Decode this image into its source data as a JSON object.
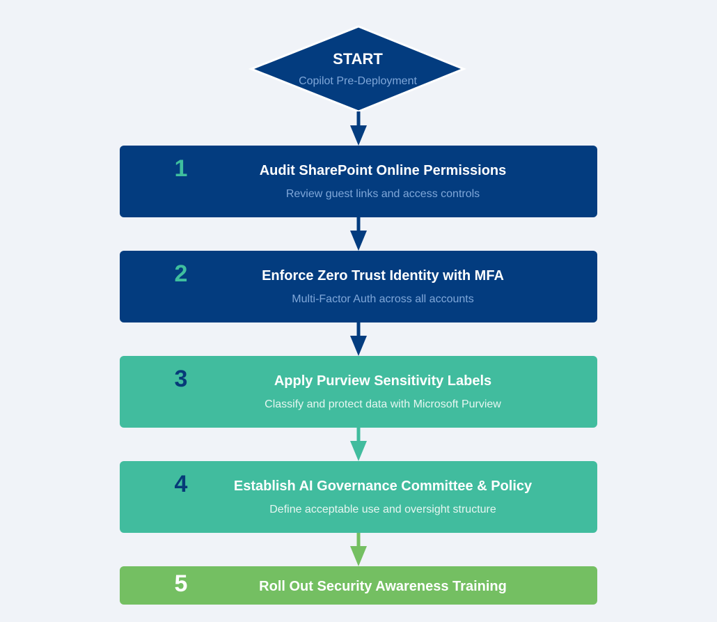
{
  "start": {
    "title": "START",
    "subtitle": "Copilot Pre-Deployment"
  },
  "steps": [
    {
      "number": "1",
      "title": "Audit SharePoint Online Permissions",
      "subtitle": "Review guest links and access controls"
    },
    {
      "number": "2",
      "title": "Enforce Zero Trust Identity with MFA",
      "subtitle": "Multi-Factor Auth across all accounts"
    },
    {
      "number": "3",
      "title": "Apply Purview Sensitivity Labels",
      "subtitle": "Classify and protect data with Microsoft Purview"
    },
    {
      "number": "4",
      "title": "Establish AI Governance Committee & Policy",
      "subtitle": "Define acceptable use and oversight structure"
    },
    {
      "number": "5",
      "title": "Roll Out Security Awareness Training"
    }
  ],
  "colors": {
    "background": "#f0f3f8",
    "dark_blue": "#033c7f",
    "teal": "#41bc9e",
    "green": "#74bf62",
    "accent_light_blue": "#7fa7d9"
  }
}
